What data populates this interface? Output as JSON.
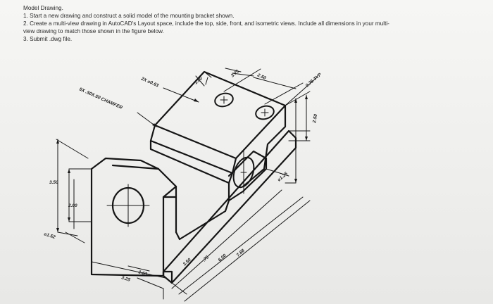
{
  "instructions": {
    "title": "Model Drawing.",
    "step1": "1. Start a new drawing and construct a solid model of the mounting bracket shown.",
    "step2_a": "2. Create a multi-view drawing in AutoCAD's Layout space, include the top, side, front, and isometric views. Include all dimensions in your multi-",
    "step2_b": "view drawing to match those shown in the figure below.",
    "step3": "3. Submit .dwg file."
  },
  "dimensions": {
    "chamfer": "5X .50X.50 CHAMFER",
    "hole_dia": "2X ⌀0.63",
    "d100": "1.00",
    "d375": "3.75",
    "d250": "2.50",
    "d075_typ": "0.75 TYP",
    "d250_right": "2.50",
    "d125": "⌀1.25",
    "d350": "3.50",
    "d200": "2.00",
    "d152": "⌀1.52",
    "d163": "1.63",
    "d325": "3.25",
    "d350_bottom": "3.50",
    "d075_bottom": ".75",
    "d600": "6.00",
    "d788": "7.88"
  }
}
